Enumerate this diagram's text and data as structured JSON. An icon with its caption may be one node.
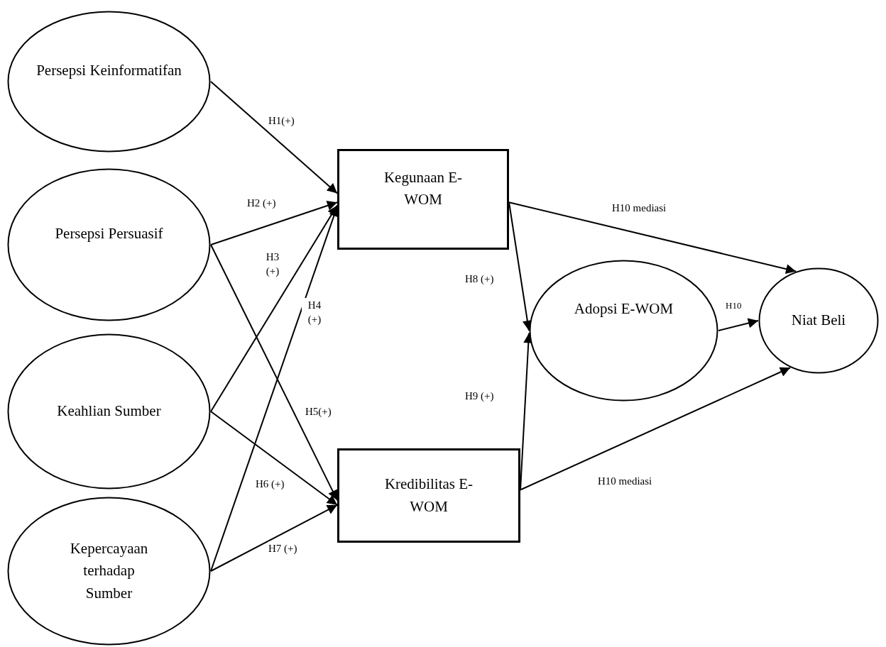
{
  "diagram": {
    "nodes": [
      {
        "text": [
          "Persepsi Keinformatifan"
        ]
      },
      {
        "text": [
          "Persepsi Persuasif"
        ]
      },
      {
        "text": [
          "Keahlian Sumber"
        ]
      },
      {
        "text": [
          "Kepercayaan terhadap Sumber"
        ]
      },
      {
        "text": [
          "Kegunaan E-WOM"
        ]
      },
      {
        "text": [
          "Kredibilitas E-WOM"
        ]
      },
      {
        "text": [
          "Adopsi E-WOM"
        ]
      },
      {
        "text": [
          "Niat Beli"
        ]
      }
    ],
    "edges": [
      {
        "from": 0,
        "to": 4,
        "arrow": "to",
        "label": "H1(+)"
      },
      {
        "from": 1,
        "to": 4,
        "arrow": "to",
        "label": "H2 (+)"
      },
      {
        "from": 2,
        "to": 4,
        "arrow": "to",
        "label": "H3 (+)"
      },
      {
        "from": 3,
        "to": 4,
        "arrow": "to",
        "label": "H4 (+)"
      },
      {
        "from": 1,
        "to": 5,
        "arrow": "to",
        "label": "H5(+)"
      },
      {
        "from": 2,
        "to": 5,
        "arrow": "to",
        "label": "H6 (+)"
      },
      {
        "from": 3,
        "to": 5,
        "arrow": "to",
        "label": "H7 (+)"
      },
      {
        "from": 4,
        "to": 6,
        "arrow": "to",
        "label": "H8 (+)"
      },
      {
        "from": 5,
        "to": 6,
        "arrow": "to",
        "label": "H9 (+)"
      },
      {
        "from": 4,
        "to": 7,
        "arrow": "to",
        "label": "H10 mediasi"
      },
      {
        "from": 5,
        "to": 7,
        "arrow": "to",
        "label": "H10 mediasi"
      },
      {
        "from": 6,
        "to": 7,
        "arrow": "to",
        "label": "H10"
      }
    ]
  }
}
